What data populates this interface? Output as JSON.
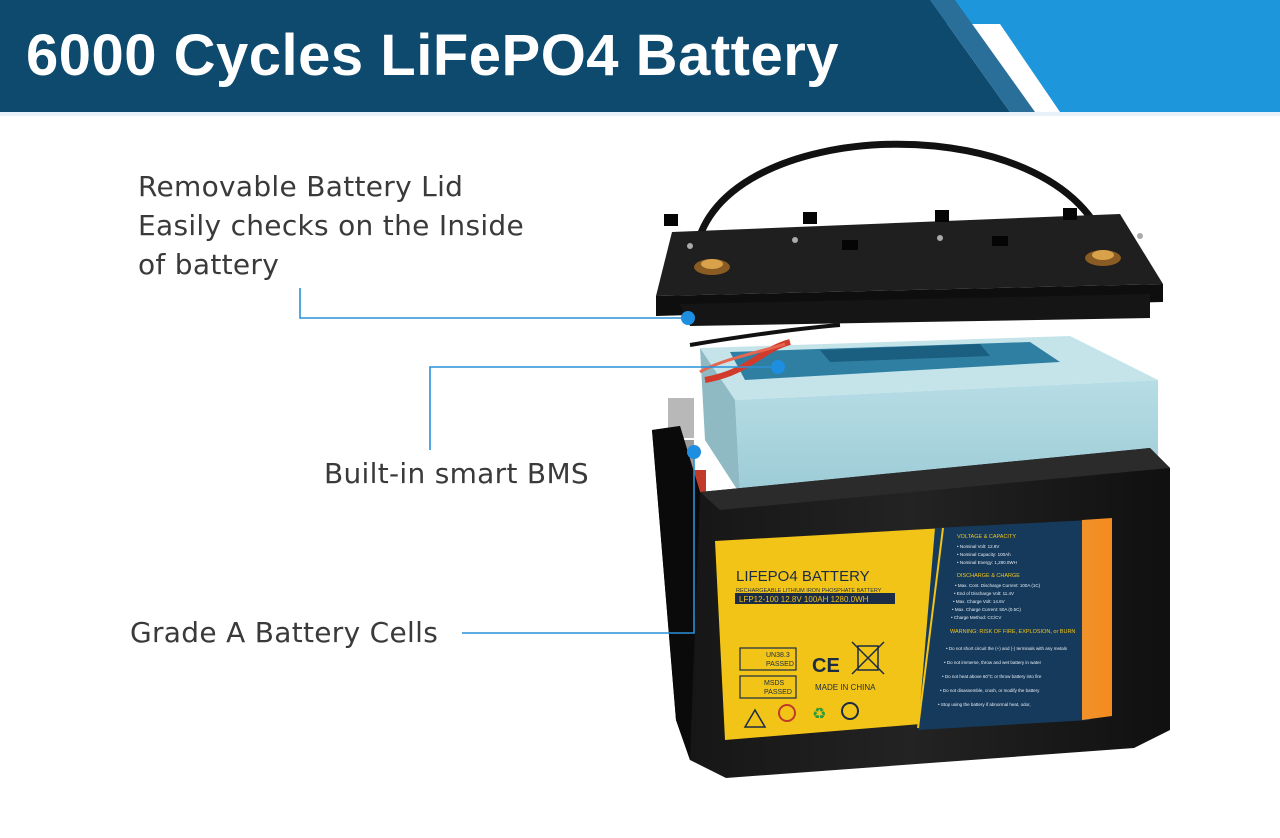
{
  "header": {
    "title": "6000 Cycles LiFePO4 Battery"
  },
  "callouts": {
    "lid_line1": "Removable Battery Lid",
    "lid_line2": "Easily checks on the Inside",
    "lid_line3": "of battery",
    "bms": "Built-in smart BMS",
    "cells": "Grade A Battery Cells"
  },
  "label": {
    "brand": "LIFEPO4 BATTERY",
    "subtitle": "RECHARGEABLE LITHIUM IRON PHOSPHATE BATTERY",
    "model": "LFP12-100  12.8V 100AH  1280.0WH",
    "made_in": "MADE IN CHINA",
    "un_badge_line1": "UN38.3",
    "un_badge_line2": "PASSED",
    "msds_line1": "MSDS",
    "msds_line2": "PASSED",
    "ce": "CE",
    "voltage_header": "VOLTAGE & CAPACITY",
    "voltage_items": [
      "• Nominal Volt: 12.8V",
      "• Nominal Capacity: 100Ah",
      "• Nominal Energy: 1,280.0WH"
    ],
    "discharge_header": "DISCHARGE & CHARGE",
    "discharge_items": [
      "• Max. Cont. Discharge Current: 100A (1C)",
      "• End of Discharge Volt: 11.4V",
      "• Max. Charge Volt: 14.6V",
      "• Max. Charge Current: 50A (0.5C)",
      "• Charge Method: CC/CV"
    ],
    "warning_header": "WARNING: RISK OF FIRE, EXPLOSION, or BURN",
    "warning_items": [
      "• Do not short circuit the (+) and (-) terminals with any metals",
      "• Do not immerse, throw and wet battery in water",
      "• Do not heat above 60°C or throw battery into fire",
      "• Do not disassemble, crush, or modify the battery",
      "• Stop using the battery if abnormal heat, odor,"
    ]
  },
  "colors": {
    "banner_dark": "#0d4a6e",
    "banner_light": "#1e96dc",
    "callout_line": "#2a90d8",
    "label_yellow": "#f2c417",
    "label_navy": "#163a5c",
    "cell_blue": "#a7d2dc"
  }
}
